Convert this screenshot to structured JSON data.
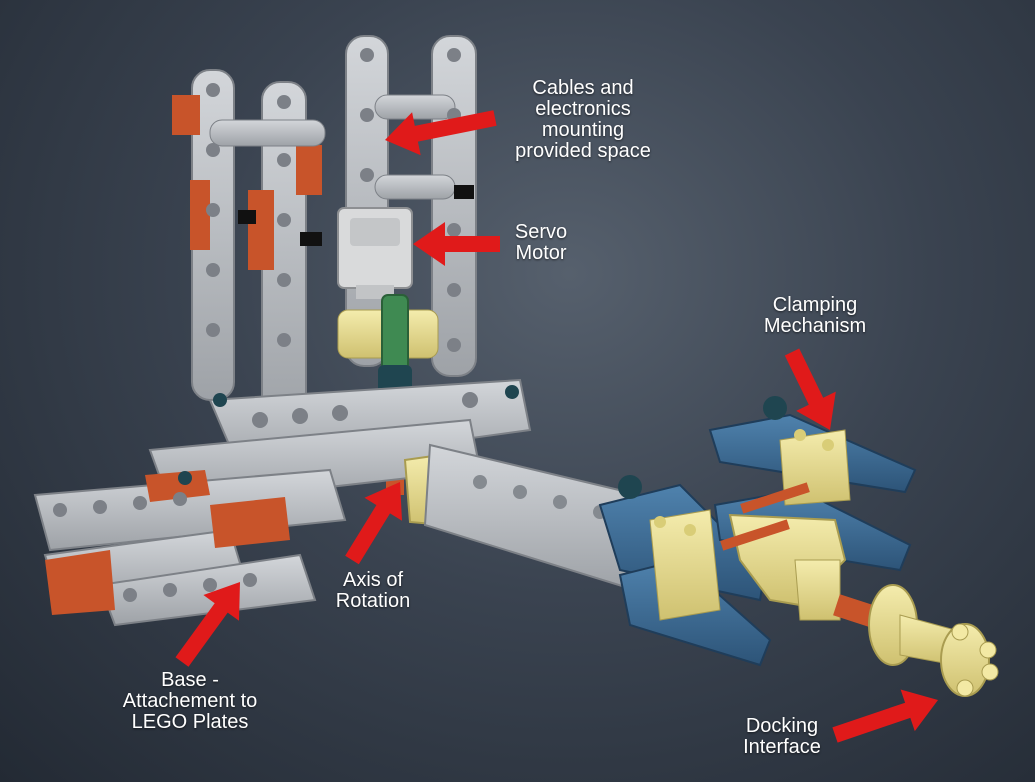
{
  "labels": {
    "cables": [
      "Cables and",
      "electronics",
      "mounting",
      "provided space"
    ],
    "servo": [
      "Servo",
      "Motor"
    ],
    "clamping": [
      "Clamping",
      "Mechanism"
    ],
    "axis": [
      "Axis of",
      "Rotation"
    ],
    "base": [
      "Base -",
      "Attachement to",
      "LEGO Plates"
    ],
    "docking": [
      "Docking",
      "Interface"
    ]
  },
  "colors": {
    "arrow": "#e01a1a",
    "beam_gray": "#b9bcc0",
    "beam_orange": "#c8542a",
    "beam_blue": "#3d6d95",
    "part_yellow": "#e8dc8c",
    "axle_green": "#3f8a52",
    "pin_dark": "#1f4550"
  }
}
